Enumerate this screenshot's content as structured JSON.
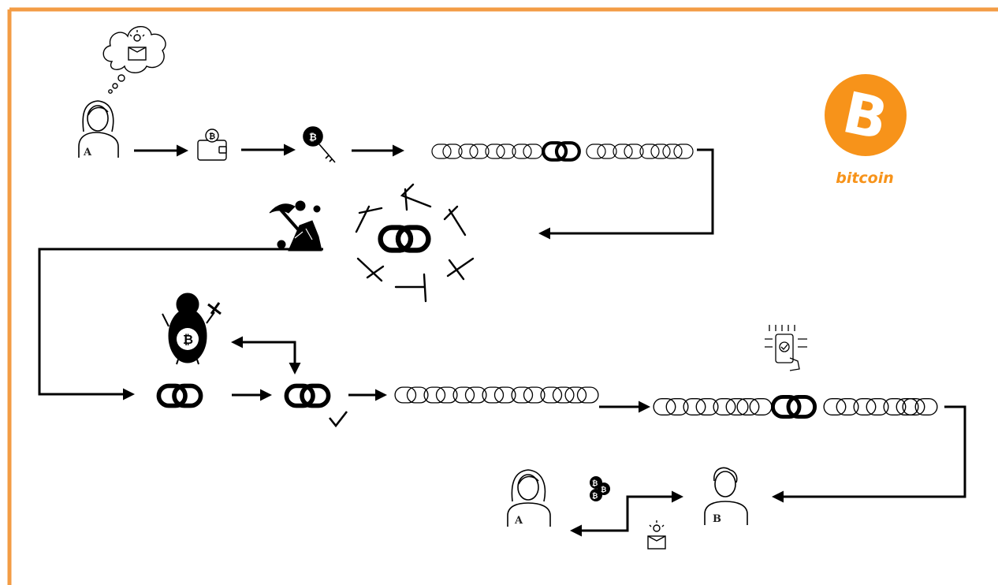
{
  "colors": {
    "frame": "#f39c45",
    "bitcoin_orange": "#f7931a",
    "ink": "#000000"
  },
  "labels": {
    "sender": "A",
    "receiver": "B"
  },
  "logo": {
    "symbol": "B",
    "wordmark": "bitcoin"
  },
  "icons": {
    "thought_cloud": "thought-cloud-box-idea-icon",
    "wallet": "wallet-with-coin-icon",
    "private_key": "bitcoin-key-icon",
    "mining_rock": "pickaxe-rock-icon",
    "miner_mascot": "bitcoin-miner-mascot-icon",
    "verify_device": "smartphone-verification-icon",
    "coins": "bitcoin-coins-icon",
    "gift": "box-idea-icon",
    "checkmark": "checkmark-icon"
  }
}
